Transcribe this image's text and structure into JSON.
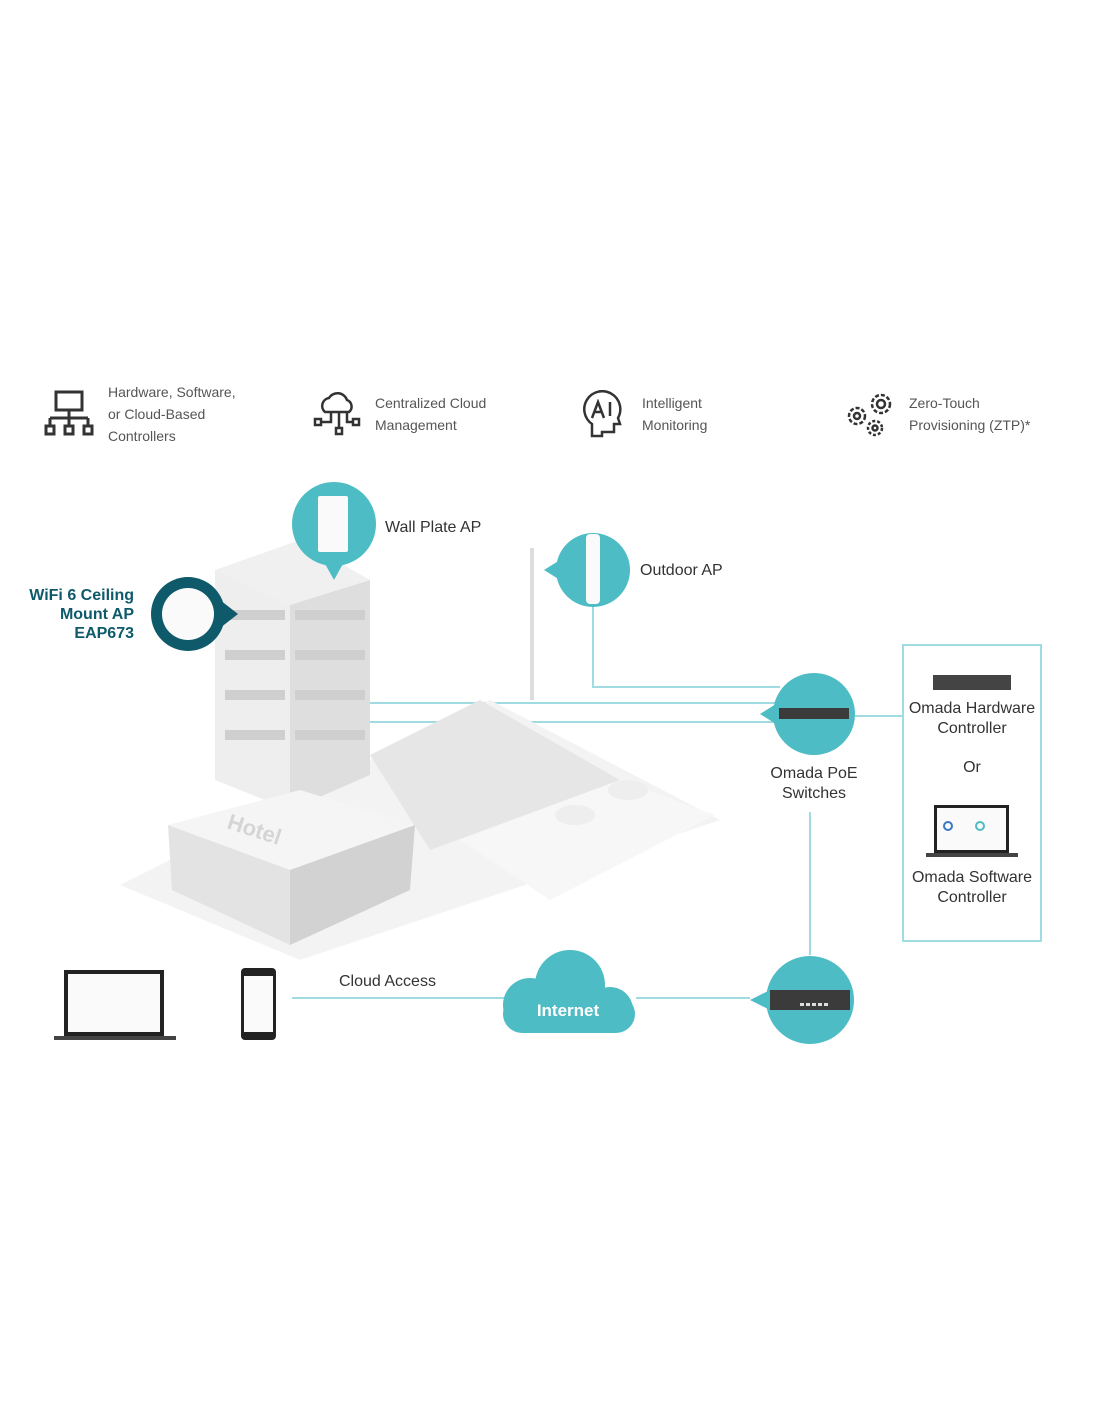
{
  "colors": {
    "teal": "#4dbcc4",
    "dark_teal": "#0e5a6a",
    "line": "#9fdbe0"
  },
  "features": [
    {
      "icon": "network-hierarchy-icon",
      "lines": [
        "Hardware, Software,",
        "or Cloud-Based",
        "Controllers"
      ]
    },
    {
      "icon": "cloud-network-icon",
      "lines": [
        "Centralized Cloud",
        "Management"
      ]
    },
    {
      "icon": "ai-head-icon",
      "lines": [
        "Intelligent",
        "Monitoring"
      ]
    },
    {
      "icon": "gears-icon",
      "lines": [
        "Zero-Touch",
        "Provisioning (ZTP)*"
      ]
    }
  ],
  "diagram": {
    "ceiling_ap": [
      "WiFi 6 Ceiling",
      "Mount AP",
      "EAP673"
    ],
    "wall_plate_ap": "Wall Plate AP",
    "outdoor_ap": "Outdoor AP",
    "poe_switches": [
      "Omada PoE",
      "Switches"
    ],
    "hardware_controller": [
      "Omada Hardware",
      "Controller"
    ],
    "or": "Or",
    "software_controller": [
      "Omada Software",
      "Controller"
    ],
    "cloud_access": "Cloud Access",
    "internet": "Internet",
    "building_sign": "Hotel"
  }
}
